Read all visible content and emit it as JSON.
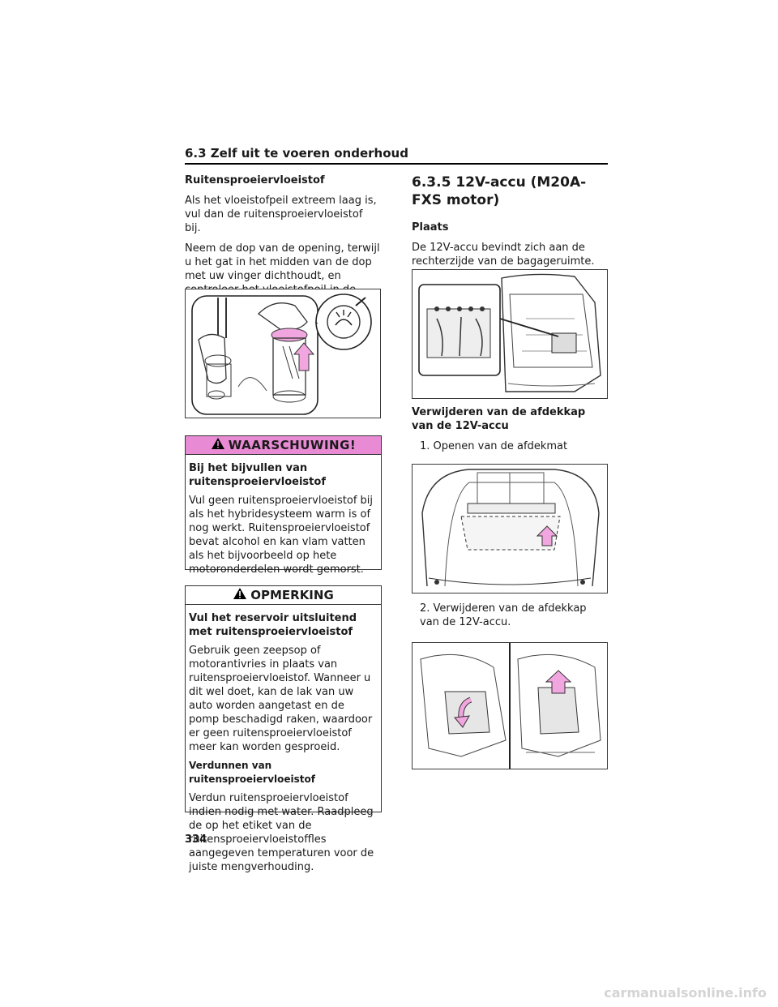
{
  "header": {
    "section": "6.3  Zelf uit te voeren onderhoud"
  },
  "left": {
    "heading": "Ruitensproeiervloeistof",
    "p1": "Als het vloeistofpeil extreem laag is, vul dan de ruitensproeiervloeistof bij.",
    "p2": "Neem de dop van de opening, terwijl u het gat in het midden van de dop met uw vinger dichthoudt, en controleer het vloeistofpeil in de slang.",
    "warning": {
      "title": "WAARSCHUWING!",
      "subtitle": "Bij het bijvullen van ruitensproeiervloeistof",
      "body": "Vul geen ruitensproeiervloeistof bij als het hybridesysteem warm is of nog werkt. Ruitensproeiervloeistof bevat alcohol en kan vlam vatten als het bijvoorbeeld op hete motoronderdelen wordt gemorst."
    },
    "note": {
      "title": "OPMERKING",
      "subtitle": "Vul het reservoir uitsluitend met ruitensproeiervloeistof",
      "body1": "Gebruik geen zeepsop of motorantivries in plaats van ruitensproeiervloeistof. Wanneer u dit wel doet, kan de lak van uw auto worden aangetast en de pomp beschadigd raken, waardoor er geen ruitensproeiervloeistof meer kan worden gesproeid.",
      "subheading": "Verdunnen van ruitensproeiervloeistof",
      "body2": "Verdun ruitensproeiervloeistof indien nodig met water. Raadpleeg de op het etiket van de ruitensproeiervloeistoffles aangegeven temperaturen voor de juiste mengverhouding."
    }
  },
  "right": {
    "h2": "6.3.5  12V-accu (M20A-FXS motor)",
    "place_heading": "Plaats",
    "place_text": "De 12V-accu bevindt zich aan de rechterzijde van de bagageruimte.",
    "remove_heading": "Verwijderen van de afdekkap van de 12V-accu",
    "step1": "1. Openen van de afdekmat",
    "step2": "2. Verwijderen van de afdekkap van de 12V-accu."
  },
  "page_number": "334",
  "watermark": "carmanualsonline.info",
  "colors": {
    "warning_bg": "#e88bd4",
    "arrow_pink": "#f2a6df"
  },
  "icons": [
    "warning-triangle-icon",
    "washer-symbol-icon"
  ]
}
